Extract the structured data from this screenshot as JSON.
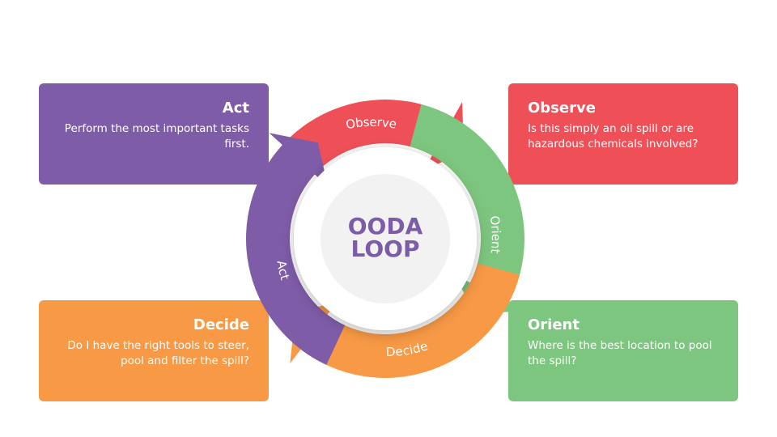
{
  "colors": {
    "act": "#7f5ca8",
    "observe": "#ef5058",
    "orient": "#7dc67f",
    "decide": "#f79945",
    "center_text": "#7b5ca8"
  },
  "cycle": {
    "center_title": [
      "OODA",
      "LOOP"
    ],
    "arrows": {
      "observe": "Observe",
      "orient": "Orient",
      "decide": "Decide",
      "act": "Act"
    }
  },
  "cards": {
    "act": {
      "title": "Act",
      "lines": [
        "Perform the most important tasks",
        "first."
      ]
    },
    "observe": {
      "title": "Observe",
      "lines": [
        "Is this simply an oil spill or are",
        "hazardous chemicals involved?"
      ]
    },
    "decide": {
      "title": "Decide",
      "lines": [
        "Do I have the right tools to steer,",
        "pool and filter the spill?"
      ]
    },
    "orient": {
      "title": "Orient",
      "lines": [
        "Where is the best location to pool",
        "the spill?"
      ]
    }
  }
}
